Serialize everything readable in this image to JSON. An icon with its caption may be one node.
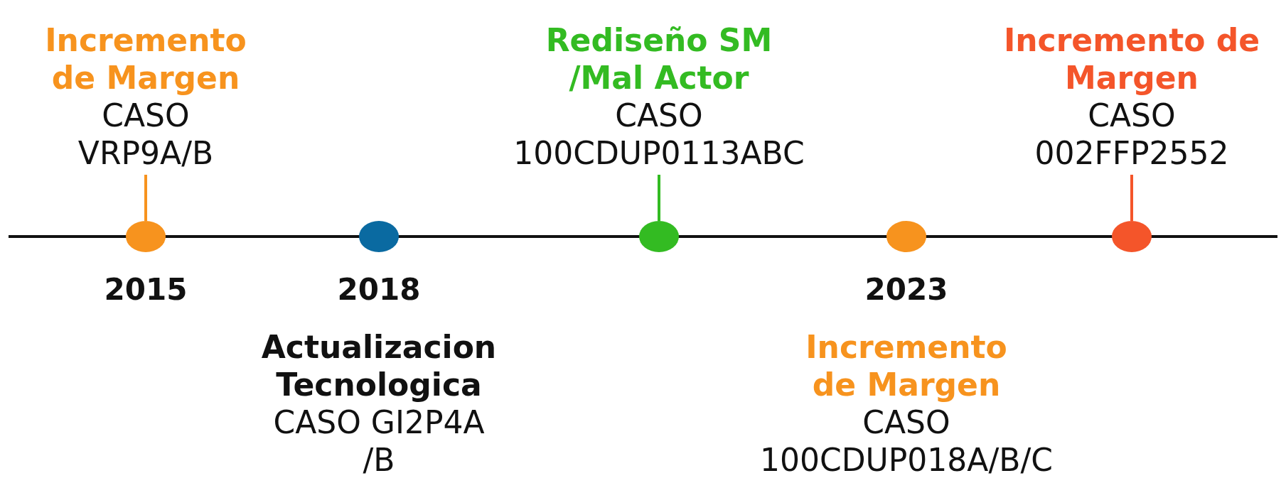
{
  "diagram": {
    "nodes": [
      {
        "text": [
          "Incremento de Margen",
          "CASO VRP9A/B"
        ]
      },
      {
        "text": [],
        "shape": "circle",
        "beside": [
          "2015"
        ]
      },
      {
        "text": [],
        "shape": "circle",
        "beside": [
          "2018"
        ]
      },
      {
        "text": [
          "Rediseño SM /Mal Actor",
          "CASO 100CDUP0113ABC"
        ]
      },
      {
        "text": [],
        "shape": "circle"
      },
      {
        "text": [],
        "shape": "circle",
        "beside": [
          "2023"
        ]
      },
      {
        "text": [
          "Incremento de Margen",
          "CASO 002FFP2552"
        ]
      },
      {
        "text": [],
        "shape": "circle"
      }
    ],
    "edges": [
      {
        "from": 0,
        "to": 1,
        "arrow": "none",
        "color": "#f7931e"
      },
      {
        "from": 3,
        "to": 4,
        "arrow": "none",
        "color": "#33bb22"
      },
      {
        "from": 6,
        "to": 7,
        "arrow": "none",
        "color": "#f4552a"
      }
    ],
    "labels": [
      "Actualizacion Tecnologica",
      "CASO GI2P4A /B",
      "Incremento de Margen",
      "CASO 100CDUP018A/B/C"
    ]
  }
}
